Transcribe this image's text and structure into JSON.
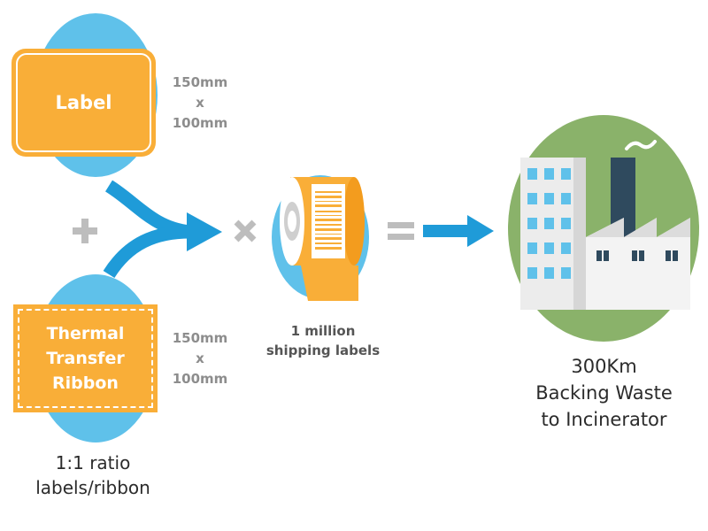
{
  "label_card": {
    "text": "Label",
    "width": "150mm",
    "times": "x",
    "height": "100mm"
  },
  "ribbon_card": {
    "line1": "Thermal",
    "line2": "Transfer",
    "line3": "Ribbon",
    "width": "150mm",
    "times": "x",
    "height": "100mm"
  },
  "ratio_caption": {
    "line1": "1:1 ratio",
    "line2": "labels/ribbon"
  },
  "roll_caption": {
    "line1": "1 million",
    "line2": "shipping labels"
  },
  "result_caption": {
    "line1": "300Km",
    "line2": "Backing Waste",
    "line3": "to Incinerator"
  },
  "icons": [
    "plus-icon",
    "curved-arrow-icon",
    "multiply-icon",
    "label-roll-icon",
    "equals-icon",
    "arrow-right-icon",
    "factory-icon",
    "smoke-icon"
  ],
  "colors": {
    "orange": "#f9ae38",
    "blue": "#1f9bd8",
    "light_blue": "#5fc1ea",
    "green": "#8ab26a",
    "gray": "#bdbdbd",
    "dark_text": "#2b2b2b"
  }
}
